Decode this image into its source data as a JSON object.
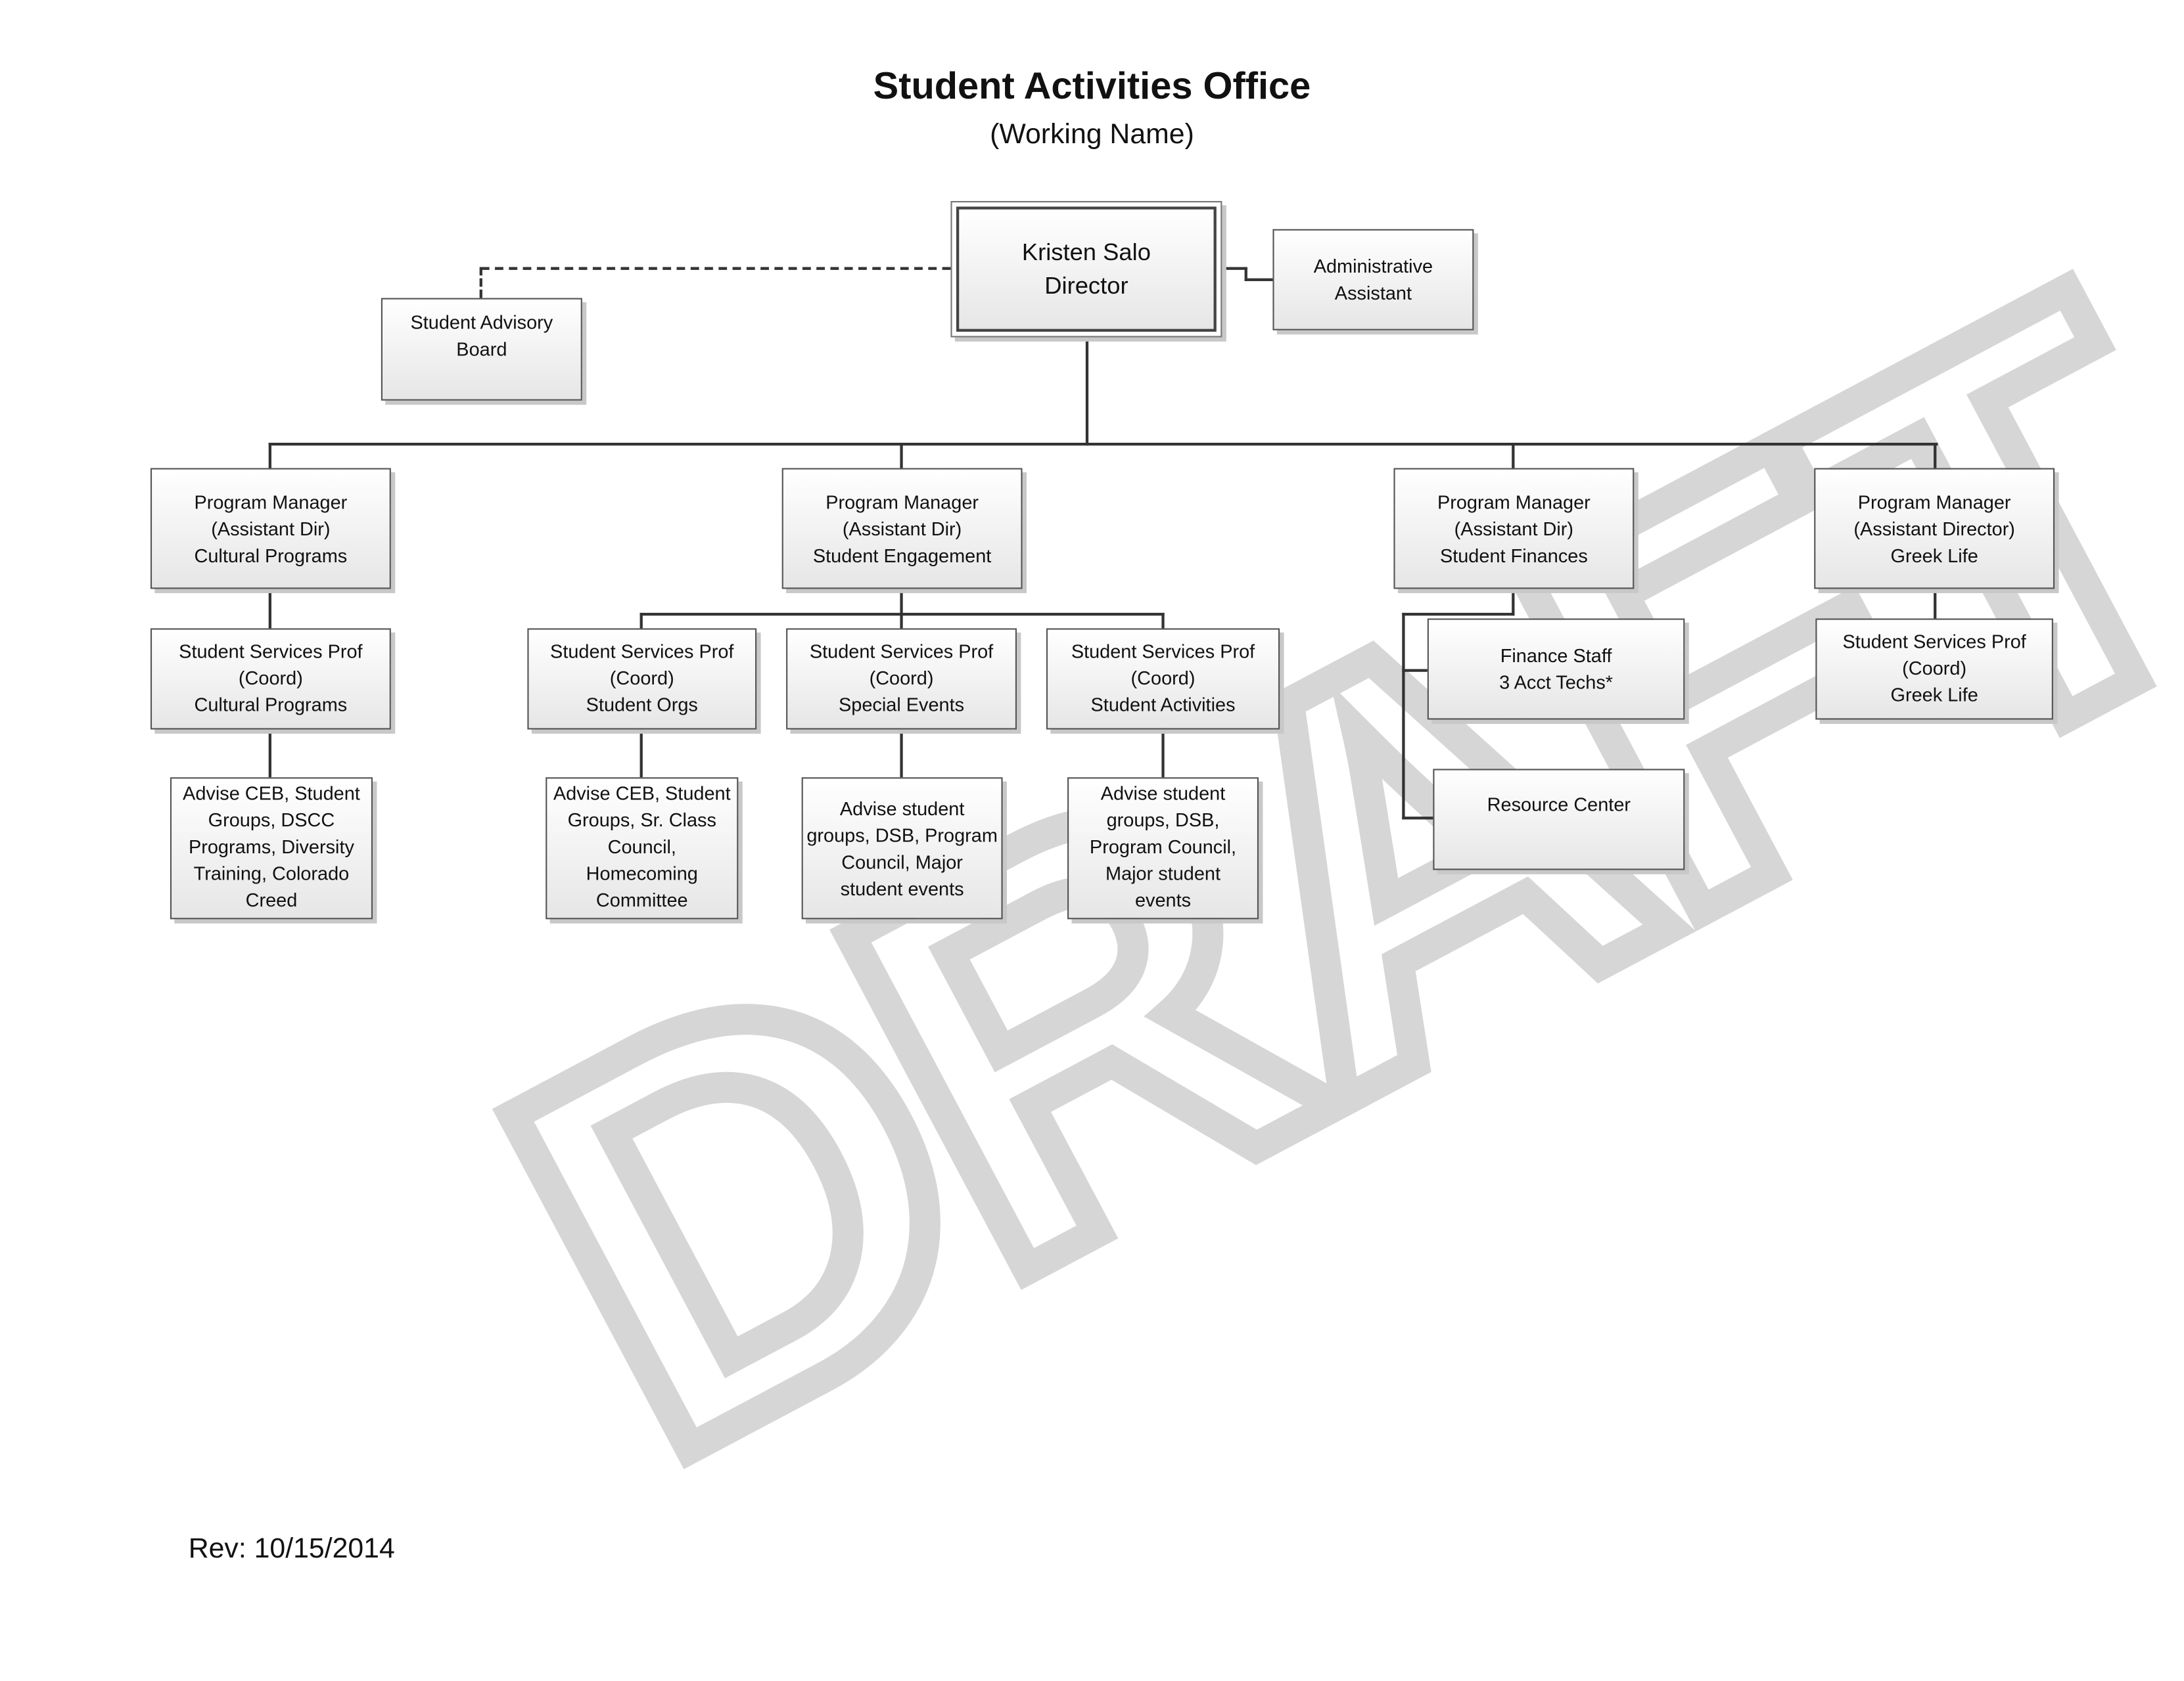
{
  "header": {
    "title": "Student Activities Office",
    "subtitle": "(Working Name)"
  },
  "watermark": "DRAFT",
  "director": {
    "name": "Kristen Salo",
    "title": "Director"
  },
  "admin_assistant": [
    "Administrative",
    "Assistant"
  ],
  "advisory_board": [
    "Student Advisory",
    "Board"
  ],
  "program_managers": [
    [
      "Program Manager",
      "(Assistant Dir)",
      "Cultural Programs"
    ],
    [
      "Program Manager",
      "(Assistant Dir)",
      "Student Engagement"
    ],
    [
      "Program Manager",
      "(Assistant Dir)",
      "Student Finances"
    ],
    [
      "Program Manager",
      "(Assistant Director)",
      "Greek Life"
    ]
  ],
  "coordinators": {
    "cultural": [
      "Student Services Prof",
      "(Coord)",
      "Cultural Programs"
    ],
    "orgs": [
      "Student Services Prof",
      "(Coord)",
      "Student Orgs"
    ],
    "special": [
      "Student Services Prof",
      "(Coord)",
      "Special Events"
    ],
    "activities": [
      "Student Services Prof",
      "(Coord)",
      "Student Activities"
    ],
    "greek": [
      "Student Services Prof",
      "(Coord)",
      "Greek Life"
    ]
  },
  "finance": {
    "staff": [
      "Finance Staff",
      "3 Acct Techs*"
    ],
    "resource": "Resource Center"
  },
  "duties": {
    "cultural": [
      "Advise CEB, Student",
      "Groups, DSCC",
      "Programs, Diversity",
      "Training, Colorado",
      "Creed"
    ],
    "orgs": [
      "Advise CEB, Student",
      "Groups, Sr. Class",
      "Council,",
      "Homecoming",
      "Committee"
    ],
    "special": [
      "Advise student",
      "groups, DSB, Program",
      "Council, Major",
      "student events"
    ],
    "activities": [
      "Advise student",
      "groups, DSB,",
      "Program Council,",
      "Major student",
      "events"
    ]
  },
  "footer": {
    "rev": "Rev:  10/15/2014"
  }
}
